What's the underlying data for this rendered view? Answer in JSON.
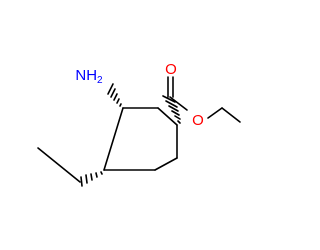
{
  "molecule": {
    "atoms": {
      "amine": "NH",
      "amine_subscript": "2",
      "carbonyl_oxygen": "O",
      "ester_oxygen": "O"
    },
    "colors": {
      "bond": "#000000",
      "oxygen": "#ff0000",
      "nitrogen": "#0000ff"
    }
  }
}
